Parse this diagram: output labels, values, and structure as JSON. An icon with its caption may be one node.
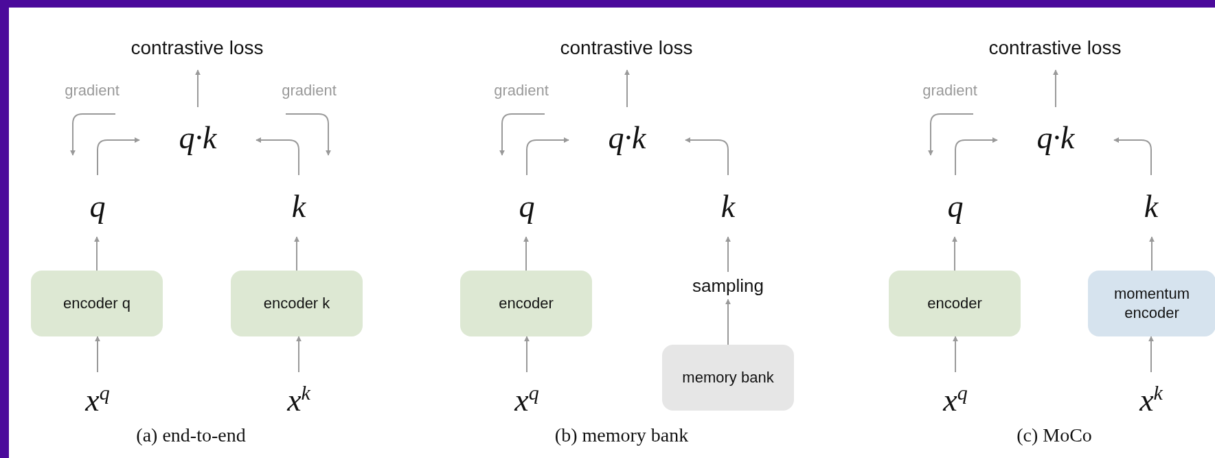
{
  "diagram": {
    "nodes": [
      {
        "text": [
          "contrastive loss"
        ]
      },
      {
        "text": [
          "q·k"
        ]
      },
      {
        "text": [
          "q"
        ]
      },
      {
        "text": [
          "k"
        ]
      },
      {
        "text": [
          "encoder q"
        ]
      },
      {
        "text": [
          "encoder k"
        ]
      },
      {
        "text": [
          "x$^{q}$"
        ]
      },
      {
        "text": [
          "x$^{k}$"
        ]
      },
      {
        "text": [
          "contrastive loss"
        ]
      },
      {
        "text": [
          "q·k"
        ]
      },
      {
        "text": [
          "q"
        ]
      },
      {
        "text": [
          "k"
        ]
      },
      {
        "text": [
          "encoder"
        ]
      },
      {
        "text": [
          "sampling"
        ]
      },
      {
        "text": [
          "memory bank"
        ]
      },
      {
        "text": [
          "x$^{q}$"
        ]
      },
      {
        "text": [
          "contrastive loss"
        ]
      },
      {
        "text": [
          "q·k"
        ]
      },
      {
        "text": [
          "q"
        ]
      },
      {
        "text": [
          "k"
        ]
      },
      {
        "text": [
          "encoder"
        ]
      },
      {
        "text": [
          "momentum encoder"
        ]
      },
      {
        "text": [
          "x$^{q}$"
        ]
      },
      {
        "text": [
          "x$^{k}$"
        ]
      }
    ],
    "edges": [
      {
        "from": 1,
        "to": 0,
        "arrow": "to"
      },
      {
        "from": 2,
        "to": 1,
        "arrow": "to"
      },
      {
        "from": 3,
        "to": 1,
        "arrow": "to"
      },
      {
        "from": 4,
        "to": 2,
        "arrow": "to"
      },
      {
        "from": 5,
        "to": 3,
        "arrow": "to"
      },
      {
        "from": 6,
        "to": 4,
        "arrow": "to"
      },
      {
        "from": 7,
        "to": 5,
        "arrow": "to"
      },
      {
        "from": 9,
        "to": 8,
        "arrow": "to"
      },
      {
        "from": 10,
        "to": 9,
        "arrow": "to"
      },
      {
        "from": 11,
        "to": 9,
        "arrow": "to"
      },
      {
        "from": 12,
        "to": 10,
        "arrow": "to"
      },
      {
        "from": 13,
        "to": 11,
        "arrow": "to"
      },
      {
        "from": 14,
        "to": 13,
        "arrow": "to"
      },
      {
        "from": 15,
        "to": 12,
        "arrow": "to"
      },
      {
        "from": 17,
        "to": 16,
        "arrow": "to"
      },
      {
        "from": 18,
        "to": 17,
        "arrow": "to"
      },
      {
        "from": 19,
        "to": 17,
        "arrow": "to"
      },
      {
        "from": 20,
        "to": 18,
        "arrow": "to"
      },
      {
        "from": 21,
        "to": 19,
        "arrow": "to"
      },
      {
        "from": 22,
        "to": 20,
        "arrow": "to"
      },
      {
        "from": 23,
        "to": 21,
        "arrow": "to"
      }
    ],
    "labels": [
      "gradient",
      "gradient",
      "(a) end-to-end",
      "gradient",
      "(b) memory bank",
      "gradient",
      "(c) MoCo"
    ]
  }
}
